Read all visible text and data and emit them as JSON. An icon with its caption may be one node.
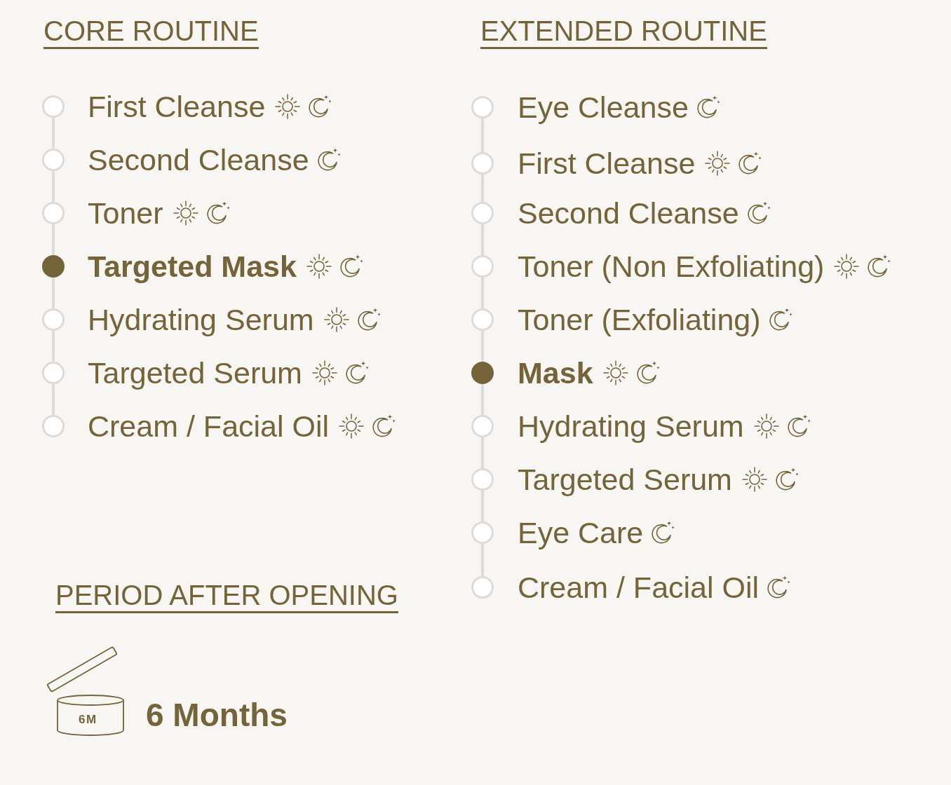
{
  "diagram": {
    "nodes": [
      {
        "text": [],
        "shape": "circle",
        "beside": [
          "First Cleanse"
        ]
      },
      {
        "text": [],
        "shape": "circle",
        "beside": [
          "Second Cleanse"
        ]
      },
      {
        "text": [],
        "shape": "circle",
        "beside": [
          "Toner"
        ]
      },
      {
        "text": [],
        "shape": "circle",
        "beside": [
          "Targeted Mask"
        ]
      },
      {
        "text": [],
        "shape": "circle",
        "beside": [
          "Hydrating Serum"
        ]
      },
      {
        "text": [],
        "shape": "circle",
        "beside": [
          "Targeted Serum"
        ]
      },
      {
        "text": [],
        "shape": "circle",
        "beside": [
          "Cream / Facial Oil"
        ]
      },
      {
        "text": [],
        "shape": "circle",
        "beside": [
          "Eye Cleanse"
        ]
      },
      {
        "text": [],
        "shape": "circle",
        "beside": [
          "First Cleanse"
        ]
      },
      {
        "text": [],
        "shape": "circle",
        "beside": [
          "Second Cleanse"
        ]
      },
      {
        "text": [],
        "shape": "circle",
        "beside": [
          "Toner (Non Exfoliating)"
        ]
      },
      {
        "text": [],
        "shape": "circle",
        "beside": [
          "Toner (Exfoliating)"
        ]
      },
      {
        "text": [],
        "shape": "circle",
        "beside": [
          "Mask"
        ]
      },
      {
        "text": [],
        "shape": "circle",
        "beside": [
          "Hydrating Serum"
        ]
      },
      {
        "text": [],
        "shape": "circle",
        "beside": [
          "Targeted Serum"
        ]
      },
      {
        "text": [],
        "shape": "circle",
        "beside": [
          "Eye Care"
        ]
      },
      {
        "text": [],
        "shape": "circle",
        "beside": [
          "Cream / Facial Oil"
        ]
      }
    ],
    "edges": [
      {
        "from": 0,
        "to": 1,
        "arrow": "none"
      },
      {
        "from": 1,
        "to": 2,
        "arrow": "none"
      },
      {
        "from": 2,
        "to": 3,
        "arrow": "none"
      },
      {
        "from": 3,
        "to": 4,
        "arrow": "none"
      },
      {
        "from": 4,
        "to": 5,
        "arrow": "none"
      },
      {
        "from": 5,
        "to": 6,
        "arrow": "none"
      },
      {
        "from": 7,
        "to": 8,
        "arrow": "none"
      },
      {
        "from": 8,
        "to": 9,
        "arrow": "none"
      },
      {
        "from": 9,
        "to": 10,
        "arrow": "none"
      },
      {
        "from": 10,
        "to": 11,
        "arrow": "none"
      },
      {
        "from": 11,
        "to": 12,
        "arrow": "none"
      },
      {
        "from": 12,
        "to": 13,
        "arrow": "none"
      },
      {
        "from": 13,
        "to": 14,
        "arrow": "none"
      },
      {
        "from": 14,
        "to": 15,
        "arrow": "none"
      },
      {
        "from": 15,
        "to": 16,
        "arrow": "none"
      }
    ],
    "labels": [
      "CORE ROUTINE",
      "EXTENDED ROUTINE",
      "PERIOD AFTER OPENING",
      "6M",
      "6 Months"
    ]
  }
}
